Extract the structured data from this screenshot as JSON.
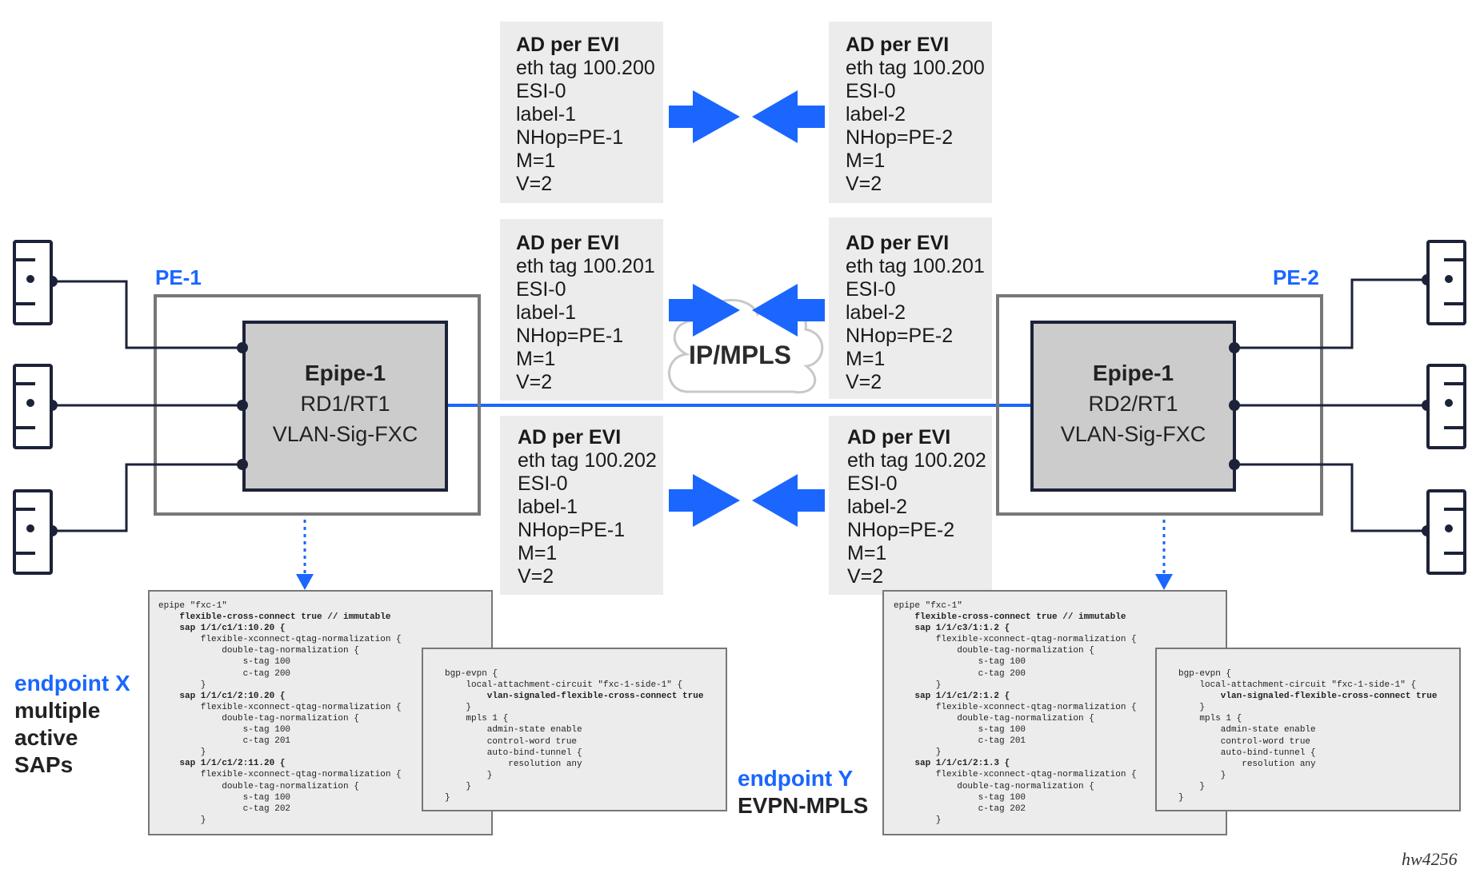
{
  "pe_left": {
    "label": "PE-1",
    "service": "Epipe-1",
    "rd_rt": "RD1/RT1",
    "mode": "VLAN-Sig-FXC"
  },
  "pe_right": {
    "label": "PE-2",
    "service": "Epipe-1",
    "rd_rt": "RD2/RT1",
    "mode": "VLAN-Sig-FXC"
  },
  "cloud": {
    "label": "IP/MPLS"
  },
  "routes_left": [
    {
      "title": "AD per EVI",
      "lines": [
        "eth tag 100.200",
        "ESI-0",
        "label-1",
        "NHop=PE-1",
        "M=1",
        "V=2"
      ]
    },
    {
      "title": "AD per EVI",
      "lines": [
        "eth tag 100.201",
        "ESI-0",
        "label-1",
        "NHop=PE-1",
        "M=1",
        "V=2"
      ]
    },
    {
      "title": "AD per EVI",
      "lines": [
        "eth tag 100.202",
        "ESI-0",
        "label-1",
        "NHop=PE-1",
        "M=1",
        "V=2"
      ]
    }
  ],
  "routes_right": [
    {
      "title": "AD per EVI",
      "lines": [
        "eth tag 100.200",
        "ESI-0",
        "label-2",
        "NHop=PE-2",
        "M=1",
        "V=2"
      ]
    },
    {
      "title": "AD per EVI",
      "lines": [
        "eth tag 100.201",
        "ESI-0",
        "label-2",
        "NHop=PE-2",
        "M=1",
        "V=2"
      ]
    },
    {
      "title": "AD per EVI",
      "lines": [
        "eth tag 100.202",
        "ESI-0",
        "label-2",
        "NHop=PE-2",
        "M=1",
        "V=2"
      ]
    }
  ],
  "endpoint_x": {
    "label": "endpoint X",
    "desc": [
      "multiple",
      "active",
      "SAPs"
    ]
  },
  "endpoint_y": {
    "label": "endpoint Y",
    "desc": "EVPN-MPLS"
  },
  "config_left_epipe": [
    {
      "text": "epipe \"fxc-1\"",
      "bold": false
    },
    {
      "text": "    flexible-cross-connect true // immutable",
      "bold": true
    },
    {
      "text": "    sap 1/1/c1/1:10.20 {",
      "bold": true
    },
    {
      "text": "        flexible-xconnect-qtag-normalization {",
      "bold": false
    },
    {
      "text": "            double-tag-normalization {",
      "bold": false
    },
    {
      "text": "                s-tag 100",
      "bold": false
    },
    {
      "text": "                c-tag 200",
      "bold": false
    },
    {
      "text": "        }",
      "bold": false
    },
    {
      "text": "    sap 1/1/c1/2:10.20 {",
      "bold": true
    },
    {
      "text": "        flexible-xconnect-qtag-normalization {",
      "bold": false
    },
    {
      "text": "            double-tag-normalization {",
      "bold": false
    },
    {
      "text": "                s-tag 100",
      "bold": false
    },
    {
      "text": "                c-tag 201",
      "bold": false
    },
    {
      "text": "        }",
      "bold": false
    },
    {
      "text": "    sap 1/1/c1/2:11.20 {",
      "bold": true
    },
    {
      "text": "        flexible-xconnect-qtag-normalization {",
      "bold": false
    },
    {
      "text": "            double-tag-normalization {",
      "bold": false
    },
    {
      "text": "                s-tag 100",
      "bold": false
    },
    {
      "text": "                c-tag 202",
      "bold": false
    },
    {
      "text": "        }",
      "bold": false
    }
  ],
  "config_left_bgp": [
    {
      "text": "bgp-evpn {",
      "bold": false
    },
    {
      "text": "    local-attachment-circuit \"fxc-1-side-1\" {",
      "bold": false
    },
    {
      "text": "        vlan-signaled-flexible-cross-connect true",
      "bold": true
    },
    {
      "text": "    }",
      "bold": false
    },
    {
      "text": "    mpls 1 {",
      "bold": false
    },
    {
      "text": "        admin-state enable",
      "bold": false
    },
    {
      "text": "        control-word true",
      "bold": false
    },
    {
      "text": "        auto-bind-tunnel {",
      "bold": false
    },
    {
      "text": "            resolution any",
      "bold": false
    },
    {
      "text": "        }",
      "bold": false
    },
    {
      "text": "    }",
      "bold": false
    },
    {
      "text": "}",
      "bold": false
    }
  ],
  "config_right_epipe": [
    {
      "text": "epipe \"fxc-1\"",
      "bold": false
    },
    {
      "text": "    flexible-cross-connect true // immutable",
      "bold": true
    },
    {
      "text": "    sap 1/1/c3/1:1.2 {",
      "bold": true
    },
    {
      "text": "        flexible-xconnect-qtag-normalization {",
      "bold": false
    },
    {
      "text": "            double-tag-normalization {",
      "bold": false
    },
    {
      "text": "                s-tag 100",
      "bold": false
    },
    {
      "text": "                c-tag 200",
      "bold": false
    },
    {
      "text": "        }",
      "bold": false
    },
    {
      "text": "    sap 1/1/c1/2:1.2 {",
      "bold": true
    },
    {
      "text": "        flexible-xconnect-qtag-normalization {",
      "bold": false
    },
    {
      "text": "            double-tag-normalization {",
      "bold": false
    },
    {
      "text": "                s-tag 100",
      "bold": false
    },
    {
      "text": "                c-tag 201",
      "bold": false
    },
    {
      "text": "        }",
      "bold": false
    },
    {
      "text": "    sap 1/1/c1/2:1.3 {",
      "bold": true
    },
    {
      "text": "        flexible-xconnect-qtag-normalization {",
      "bold": false
    },
    {
      "text": "            double-tag-normalization {",
      "bold": false
    },
    {
      "text": "                s-tag 100",
      "bold": false
    },
    {
      "text": "                c-tag 202",
      "bold": false
    },
    {
      "text": "        }",
      "bold": false
    }
  ],
  "config_right_bgp": [
    {
      "text": "bgp-evpn {",
      "bold": false
    },
    {
      "text": "    local-attachment-circuit \"fxc-1-side-1\" {",
      "bold": false
    },
    {
      "text": "        vlan-signaled-flexible-cross-connect true",
      "bold": true
    },
    {
      "text": "    }",
      "bold": false
    },
    {
      "text": "    mpls 1 {",
      "bold": false
    },
    {
      "text": "        admin-state enable",
      "bold": false
    },
    {
      "text": "        control-word true",
      "bold": false
    },
    {
      "text": "        auto-bind-tunnel {",
      "bold": false
    },
    {
      "text": "            resolution any",
      "bold": false
    },
    {
      "text": "        }",
      "bold": false
    },
    {
      "text": "    }",
      "bold": false
    },
    {
      "text": "}",
      "bold": false
    }
  ],
  "watermark": "hw4256",
  "colors": {
    "accent_blue": "#1a66ff",
    "box_gray": "#ececec",
    "epipe_fill": "#cccccc",
    "outline_dark": "#1c2238"
  }
}
